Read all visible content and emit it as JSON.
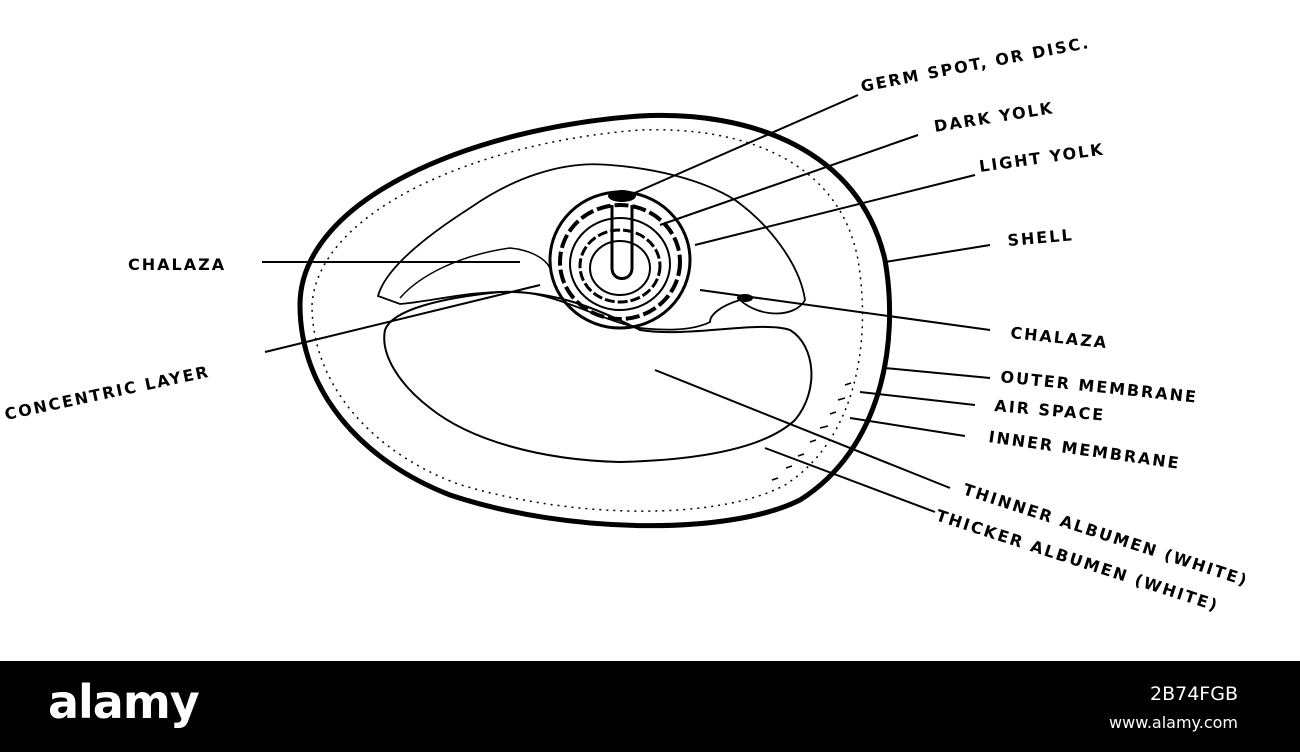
{
  "labels": {
    "germ_spot": "GERM SPOT, OR DISC.",
    "dark_yolk": "DARK YOLK",
    "light_yolk": "LIGHT YOLK",
    "shell": "SHELL",
    "chalaza_left": "CHALAZA",
    "chalaza_right": "CHALAZA",
    "concentric_layer": "CONCENTRIC LAYER",
    "outer_membrane": "OUTER MEMBRANE",
    "air_space": "AIR SPACE",
    "inner_membrane": "INNER MEMBRANE",
    "thinner_albumen": "THINNER ALBUMEN (WHITE)",
    "thicker_albumen": "THICKER ALBUMEN (WHITE)"
  },
  "footer": {
    "brand": "alamy",
    "image_id": "2B74FGB",
    "site": "www.alamy.com"
  },
  "colors": {
    "ink": "#000000",
    "paper": "#ffffff",
    "footer_bg": "#000000"
  }
}
